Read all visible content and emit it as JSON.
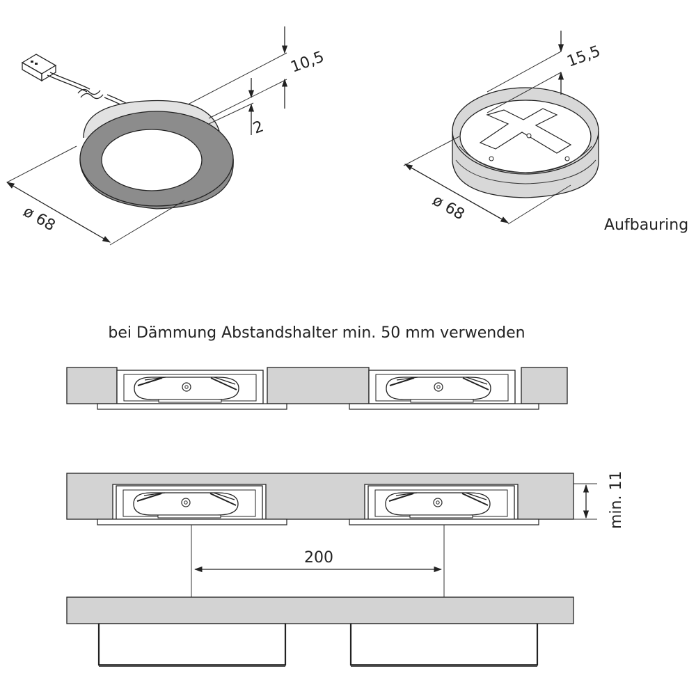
{
  "caption": "bei Dämmung Abstandshalter min. 50 mm verwenden",
  "ring_label": "Aufbauring",
  "dims": {
    "light_height": "10,5",
    "light_rim": "2",
    "light_diameter": "ø 68",
    "ring_height": "15,5",
    "ring_diameter": "ø 68",
    "spacing": "200",
    "min_thickness": "min. 11"
  }
}
